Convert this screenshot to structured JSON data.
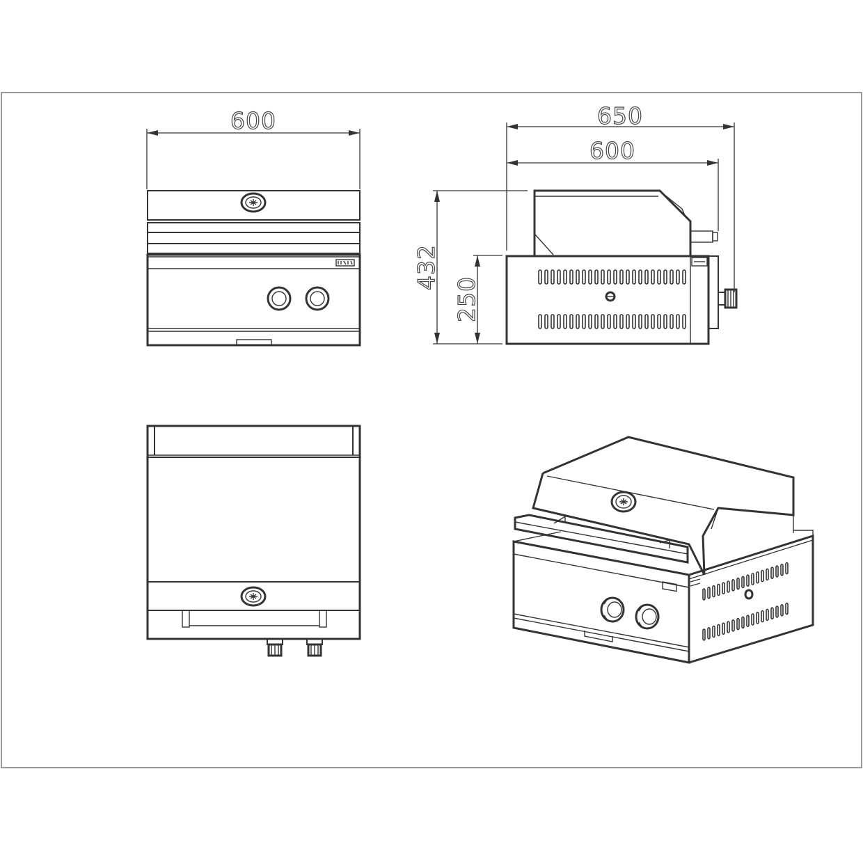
{
  "dimensions": {
    "front_width": "600",
    "side_overall_depth": "650",
    "side_body_depth": "600",
    "overall_height": "432",
    "body_height": "250"
  },
  "colors": {
    "line": "#333333",
    "frame": "#777777",
    "background": "#ffffff"
  },
  "icons": [
    "brand-emblem-icon",
    "control-knob-icon",
    "gas-connector-icon",
    "ventilation-slot-icon"
  ]
}
